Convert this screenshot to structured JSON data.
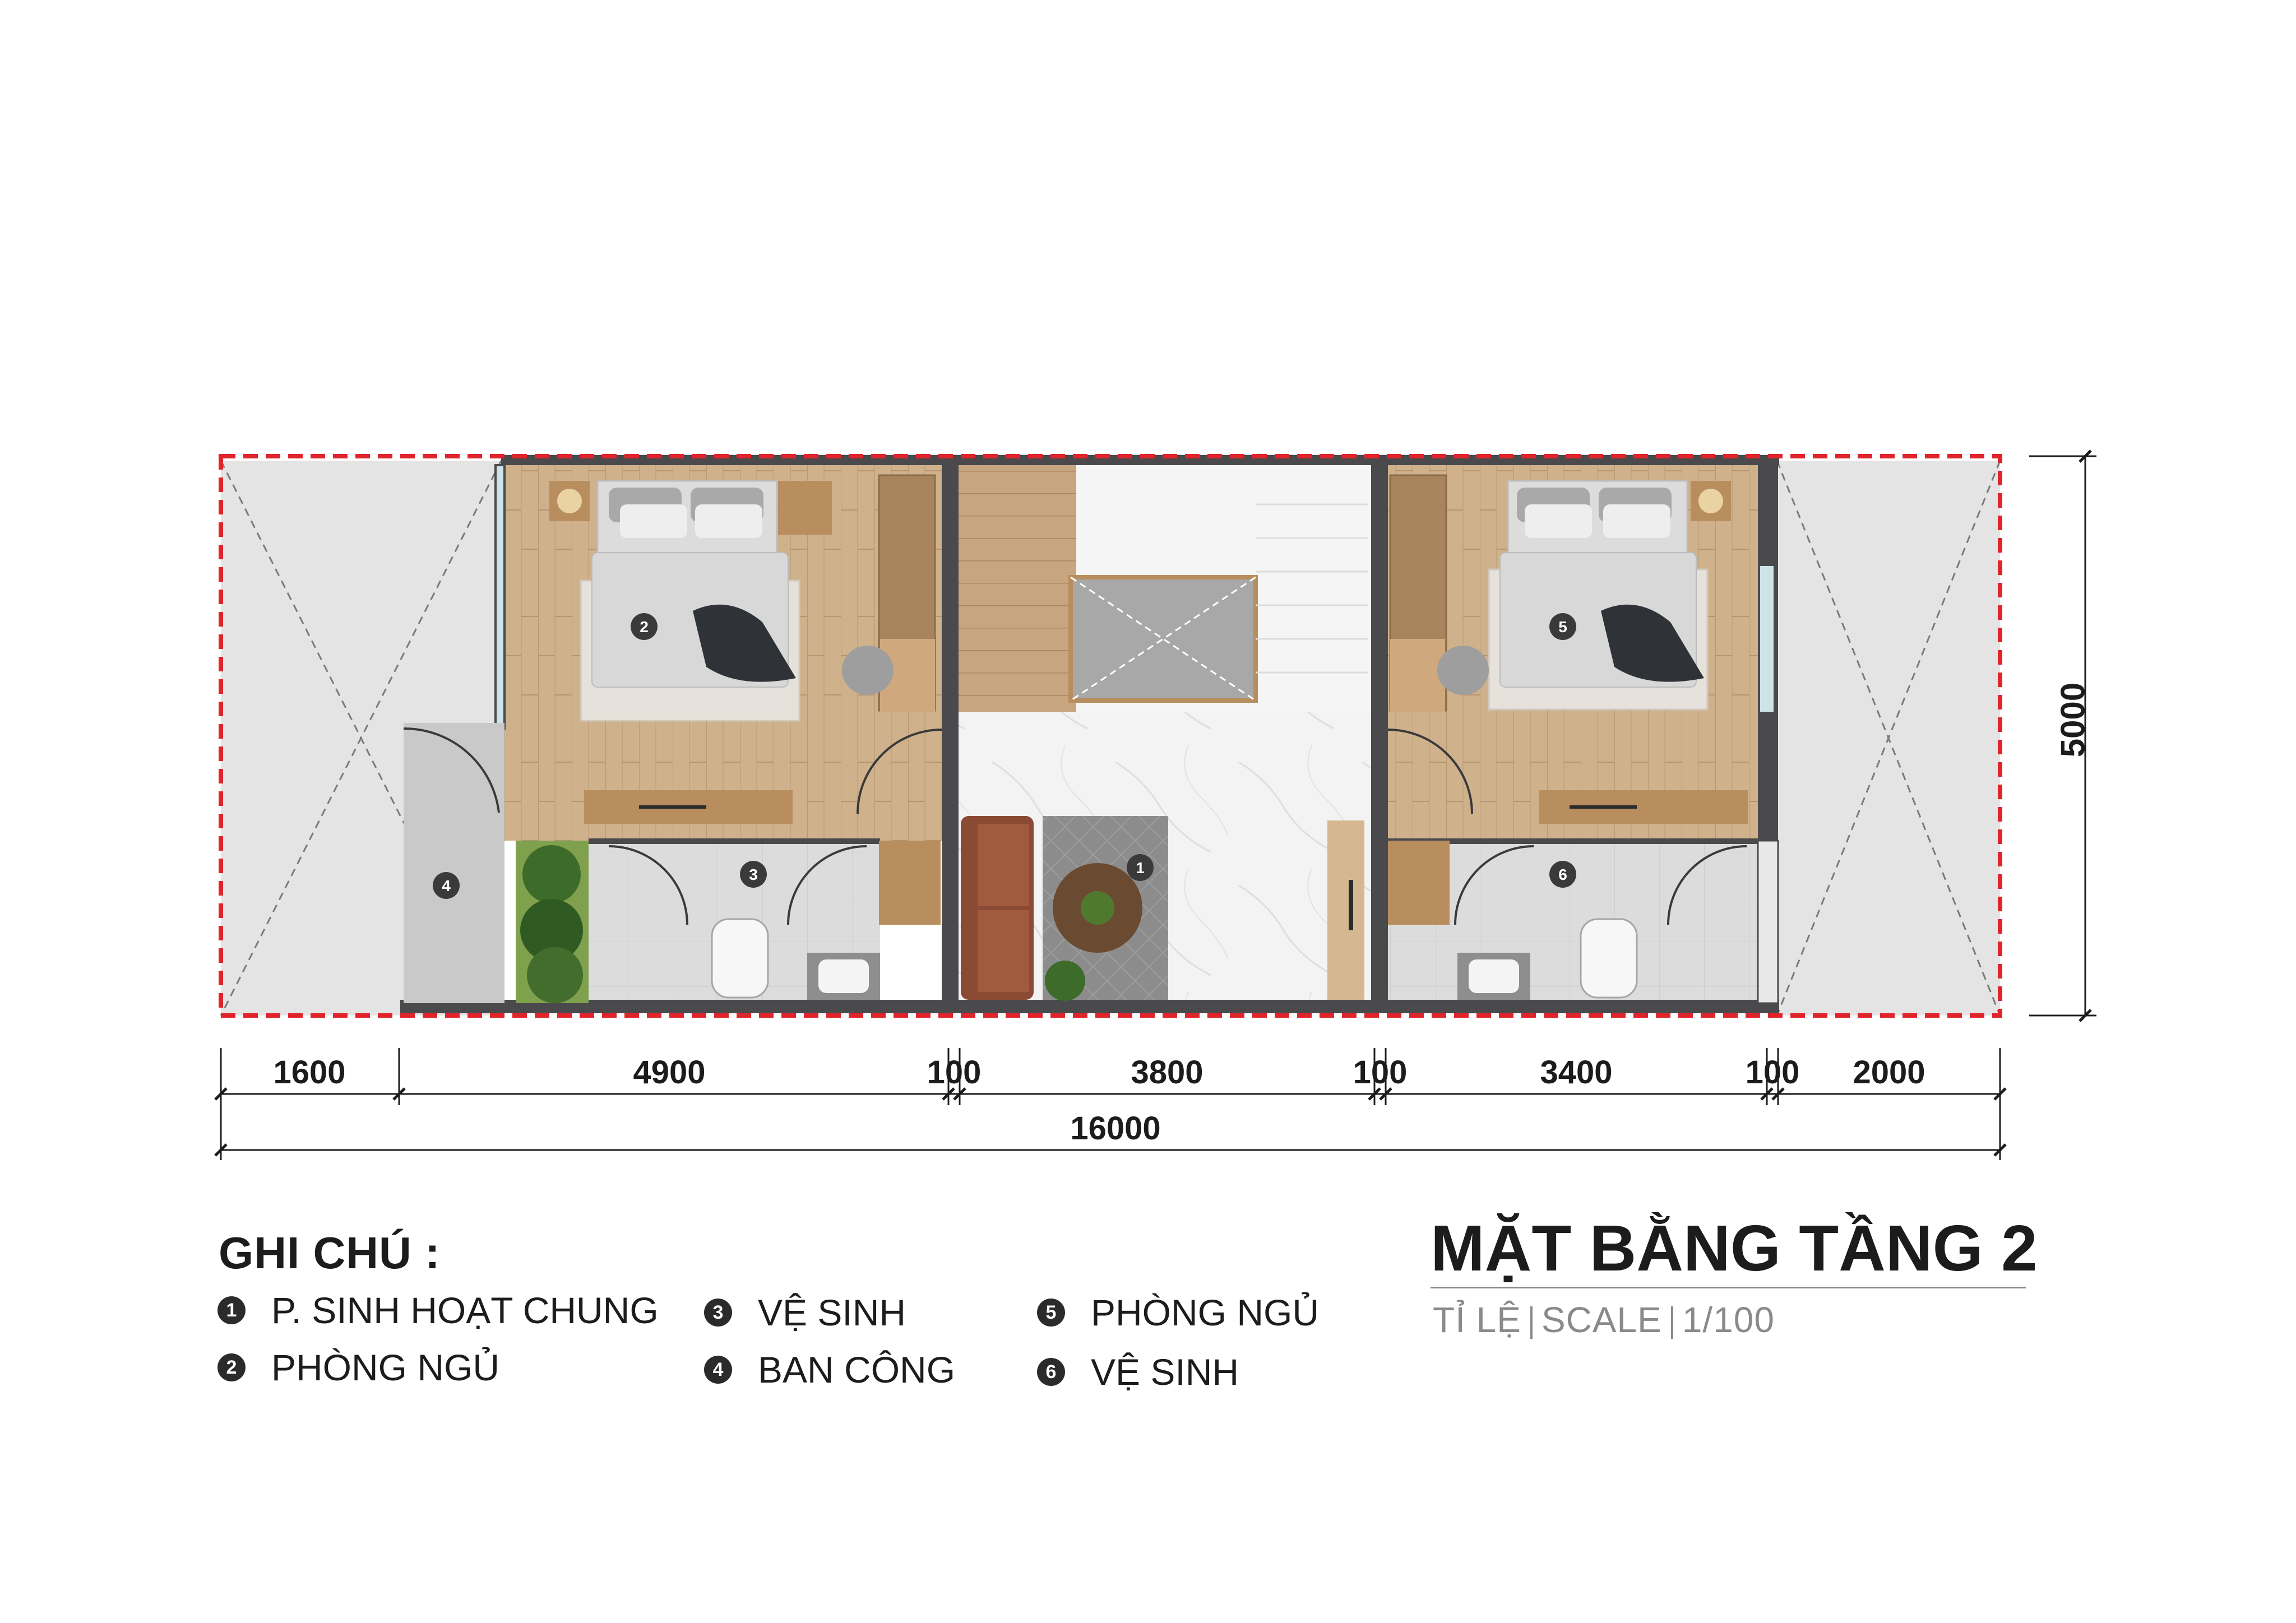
{
  "drawing": {
    "title": "MẶT BẰNG TẦNG 2",
    "scale": {
      "label_vi": "TỈ LỆ",
      "label_en": "SCALE",
      "value": "1/100"
    }
  },
  "dimensions": {
    "segments": [
      "1600",
      "4900",
      "100",
      "3800",
      "100",
      "3400",
      "100",
      "2000"
    ],
    "total": "16000",
    "height": "5000"
  },
  "room_markers": [
    "1",
    "2",
    "3",
    "4",
    "5",
    "6"
  ],
  "legend": {
    "title": "GHI CHÚ :",
    "items": [
      {
        "num": "1",
        "label": "P. SINH HOẠT CHUNG"
      },
      {
        "num": "2",
        "label": "PHÒNG NGỦ"
      },
      {
        "num": "3",
        "label": "VỆ SINH"
      },
      {
        "num": "4",
        "label": "BAN CÔNG"
      },
      {
        "num": "5",
        "label": "PHÒNG NGỦ"
      },
      {
        "num": "6",
        "label": "VỆ SINH"
      }
    ]
  },
  "colors": {
    "boundary": "#e0242b",
    "wall": "#4a4a4c",
    "wood_floor": "#c9ab86",
    "tile_floor": "#d9d9d9",
    "void": "#e4e4e4",
    "marble": "#f2f2f2",
    "text": "#1c1c1c"
  }
}
